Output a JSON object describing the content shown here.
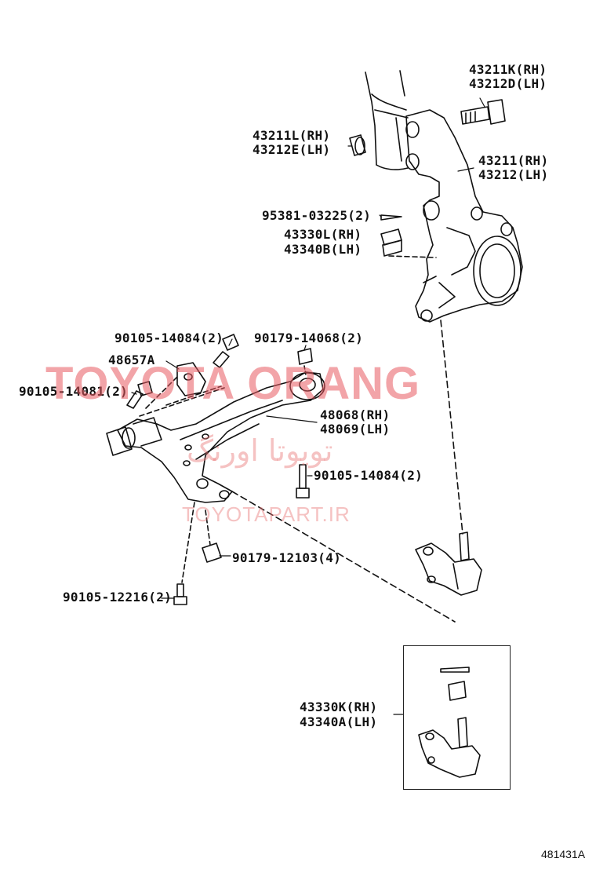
{
  "labels": {
    "p43211K": "43211K(RH)",
    "p43212D": "43212D(LH)",
    "p43211L": "43211L(RH)",
    "p43212E": "43212E(LH)",
    "p43211": "43211(RH)",
    "p43212": "43212(LH)",
    "p95381": "95381-03225(2)",
    "p43330L": "43330L(RH)",
    "p43340B": "43340B(LH)",
    "p90105_14084_top": "90105-14084(2)",
    "p90179_14068": "90179-14068(2)",
    "p48657A": "48657A",
    "p90105_14081": "90105-14081(2)",
    "p48068": "48068(RH)",
    "p48069": "48069(LH)",
    "p90105_14084_mid": "90105-14084(2)",
    "p90179_12103": "90179-12103(4)",
    "p90105_12216": "90105-12216(2)",
    "p43330K": "43330K(RH)",
    "p43340A": "43340A(LH)"
  },
  "watermark": {
    "brand": "TOYOTA ORANG",
    "arabic": "تویوتا اورنگ",
    "site": "TOYOTAPART.IR",
    "color": "#e85a60"
  },
  "figure_code": "481431A",
  "icons": [
    "bolt-icon",
    "nut-icon",
    "washer-icon",
    "cotter-pin-icon",
    "bushing-icon",
    "bracket-icon",
    "ball-joint-icon",
    "knuckle-icon",
    "lower-arm-icon"
  ]
}
